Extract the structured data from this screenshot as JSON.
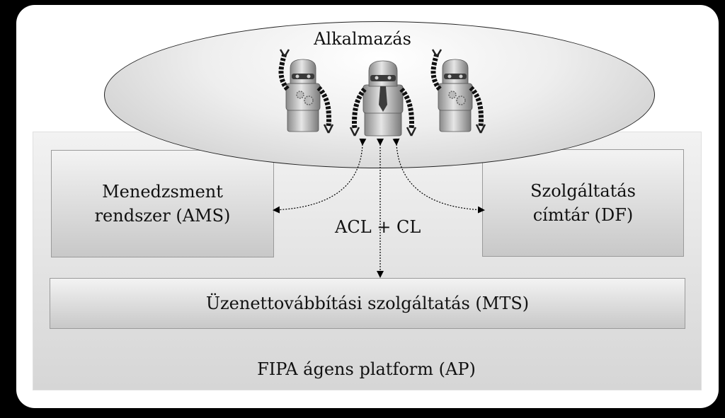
{
  "application_label": "Alkalmazás",
  "ams_line1": "Menedzsment",
  "ams_line2": "rendszer (AMS)",
  "df_line1": "Szolgáltatás",
  "df_line2": "címtár (DF)",
  "protocol_label": "ACL + CL",
  "mts_label": "Üzenettovábbítási szolgáltatás (MTS)",
  "platform_label": "FIPA ágens platform (AP)",
  "agents": [
    "robot-icon",
    "robot-icon",
    "robot-icon"
  ]
}
